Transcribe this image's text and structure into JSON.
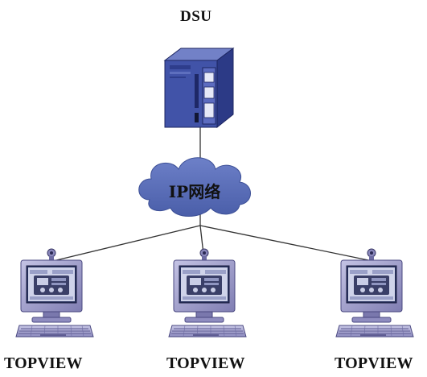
{
  "diagram": {
    "server": {
      "label": "DSU"
    },
    "network": {
      "label": "IP网络",
      "color": "#5a6fb8"
    },
    "terminals": [
      {
        "label": "TOPVIEW"
      },
      {
        "label": "TOPVIEW"
      },
      {
        "label": "TOPVIEW"
      }
    ],
    "colors": {
      "server_body": "#3e4fa6",
      "cloud_fill": "#5b70bd",
      "monitor_shell": "#9a98c8",
      "link_line": "#333333"
    }
  }
}
